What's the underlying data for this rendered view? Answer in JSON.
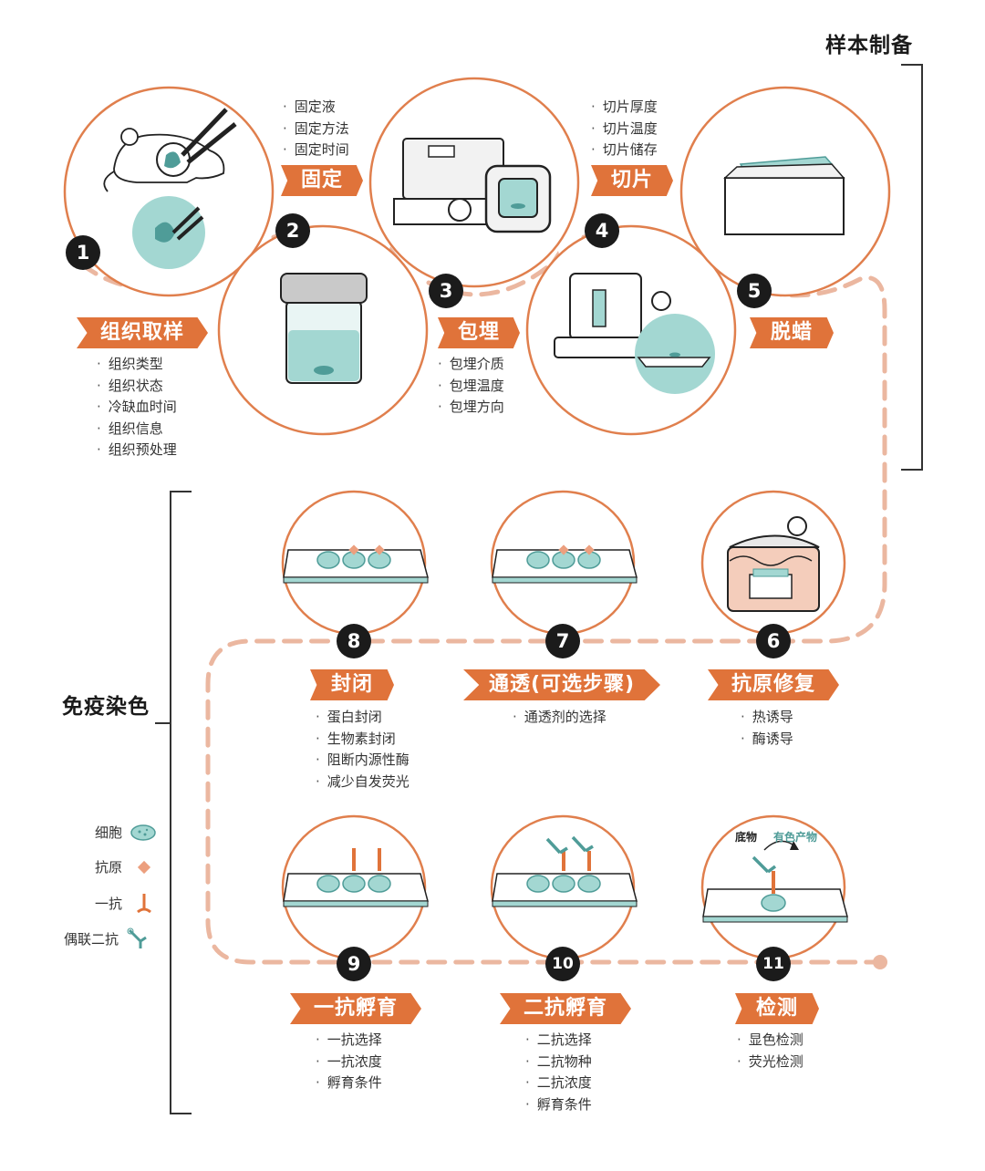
{
  "sections": {
    "sample_prep": "样本制备",
    "immuno_staining": "免疫染色"
  },
  "steps": [
    {
      "num": "1",
      "label": "组织取样",
      "bullets": [
        "组织类型",
        "组织状态",
        "冷缺血时间",
        "组织信息",
        "组织预处理"
      ]
    },
    {
      "num": "2",
      "label": "固定",
      "bullets": [
        "固定液",
        "固定方法",
        "固定时间"
      ]
    },
    {
      "num": "3",
      "label": "包埋",
      "bullets": [
        "包埋介质",
        "包埋温度",
        "包埋方向"
      ]
    },
    {
      "num": "4",
      "label": "切片",
      "bullets": [
        "切片厚度",
        "切片温度",
        "切片储存"
      ]
    },
    {
      "num": "5",
      "label": "脱蜡",
      "bullets": []
    },
    {
      "num": "6",
      "label": "抗原修复",
      "bullets": [
        "热诱导",
        "酶诱导"
      ]
    },
    {
      "num": "7",
      "label": "通透(可选步骤)",
      "bullets": [
        "通透剂的选择"
      ]
    },
    {
      "num": "8",
      "label": "封闭",
      "bullets": [
        "蛋白封闭",
        "生物素封闭",
        "阻断内源性酶",
        "减少自发荧光"
      ]
    },
    {
      "num": "9",
      "label": "一抗孵育",
      "bullets": [
        "一抗选择",
        "一抗浓度",
        "孵育条件"
      ]
    },
    {
      "num": "10",
      "label": "二抗孵育",
      "bullets": [
        "二抗选择",
        "二抗物种",
        "二抗浓度",
        "孵育条件"
      ]
    },
    {
      "num": "11",
      "label": "检测",
      "bullets": [
        "显色检测",
        "荧光检测"
      ]
    }
  ],
  "detection_annotations": {
    "substrate": "底物",
    "product": "有色产物"
  },
  "legend": [
    {
      "label": "细胞",
      "icon": "cell-icon"
    },
    {
      "label": "抗原",
      "icon": "antigen-icon"
    },
    {
      "label": "一抗",
      "icon": "primary-antibody-icon"
    },
    {
      "label": "偶联二抗",
      "icon": "conjugated-secondary-antibody-icon"
    }
  ],
  "colors": {
    "accent": "#e0733a",
    "ring": "#e07f4d",
    "dash": "#ebb7a0",
    "teal": "#a3d7d2",
    "teal_dark": "#4f9c98",
    "dark": "#1b1b1b"
  }
}
